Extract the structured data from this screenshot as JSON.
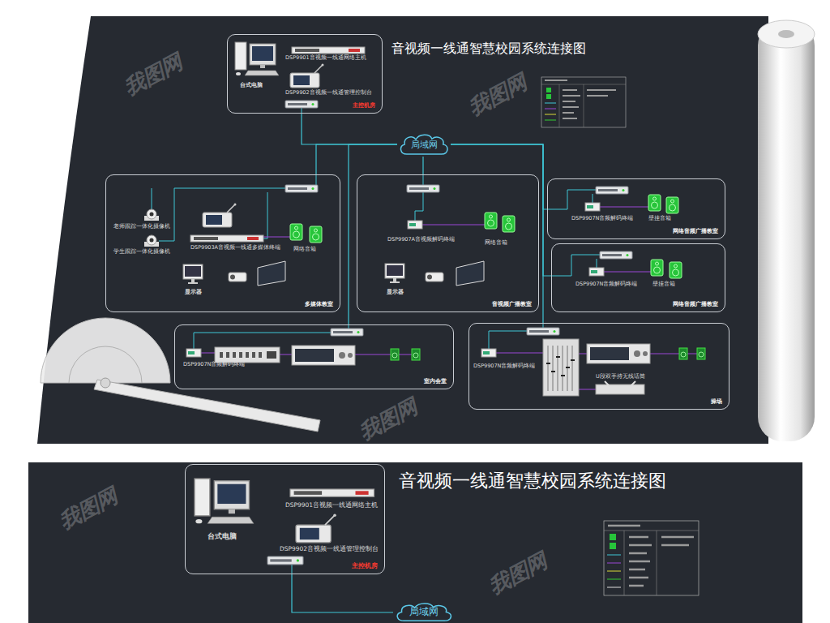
{
  "diagram": {
    "title": "音视频一线通智慧校园系统连接图",
    "nodes": [
      {
        "text": [
          "主控机房"
        ]
      },
      {
        "text": [
          "台式电脑"
        ],
        "in": 0
      },
      {
        "text": [
          "DSP9901音视频一线通网络主机"
        ],
        "in": 0
      },
      {
        "text": [
          "DSP9902音视频一线通管理控制台"
        ],
        "in": 0
      },
      {
        "text": [
          "局域网"
        ]
      },
      {
        "text": [
          "多媒体教室"
        ]
      },
      {
        "text": [
          "老师跟踪一体化摄像机"
        ],
        "in": 5
      },
      {
        "text": [
          "学生跟踪一体化摄像机"
        ],
        "in": 5
      },
      {
        "text": [
          "DSP9903A音视频一线通多媒体终端"
        ],
        "in": 5
      },
      {
        "text": [
          "网络音箱"
        ],
        "in": 5
      },
      {
        "text": [
          "显示器"
        ],
        "in": 5
      },
      {
        "text": [
          "音视频广播教室"
        ]
      },
      {
        "text": [
          "DSP9907A音视频解码终端"
        ],
        "in": 11
      },
      {
        "text": [
          "网络音箱"
        ],
        "in": 11
      },
      {
        "text": [
          "显示器"
        ],
        "in": 11
      },
      {
        "text": [
          "网络音频广播教室"
        ]
      },
      {
        "text": [
          "DSP9907N音频解码终端"
        ],
        "in": 15
      },
      {
        "text": [
          "壁挂音箱"
        ],
        "in": 15
      },
      {
        "text": [
          "网络音频广播教室"
        ]
      },
      {
        "text": [
          "DSP9907N音频解码终端"
        ],
        "in": 18
      },
      {
        "text": [
          "壁挂音箱"
        ],
        "in": 18
      },
      {
        "text": [
          "室内会堂"
        ]
      },
      {
        "text": [
          "DSP9907N音频解码终端"
        ],
        "in": 21
      },
      {
        "text": [
          "操场"
        ]
      },
      {
        "text": [
          "DSP9907N音频解码终端"
        ],
        "in": 23
      },
      {
        "text": [
          "U段双手持无线话筒"
        ],
        "in": 23
      },
      {
        "text": [
          "主控机房"
        ]
      },
      {
        "text": [
          "台式电脑"
        ],
        "in": 26
      },
      {
        "text": [
          "DSP9901音视频一线通网络主机"
        ],
        "in": 26
      },
      {
        "text": [
          "DSP9902音视频一线通管理控制台"
        ],
        "in": 26
      },
      {
        "text": [
          "局域网"
        ]
      }
    ],
    "edges": [
      {
        "from": 0,
        "to": 4,
        "arrow": "none"
      },
      {
        "from": 4,
        "to": 5,
        "arrow": "none"
      },
      {
        "from": 4,
        "to": 11,
        "arrow": "none"
      },
      {
        "from": 4,
        "to": 15,
        "arrow": "none"
      },
      {
        "from": 4,
        "to": 18,
        "arrow": "none"
      },
      {
        "from": 4,
        "to": 21,
        "arrow": "none"
      },
      {
        "from": 4,
        "to": 23,
        "arrow": "none"
      },
      {
        "from": 26,
        "to": 30,
        "arrow": "none"
      }
    ],
    "labels": [
      "音视频一线通智慧校园系统连接图",
      "我图网",
      "我图网",
      "我图网",
      "我图网",
      "我图网"
    ]
  }
}
